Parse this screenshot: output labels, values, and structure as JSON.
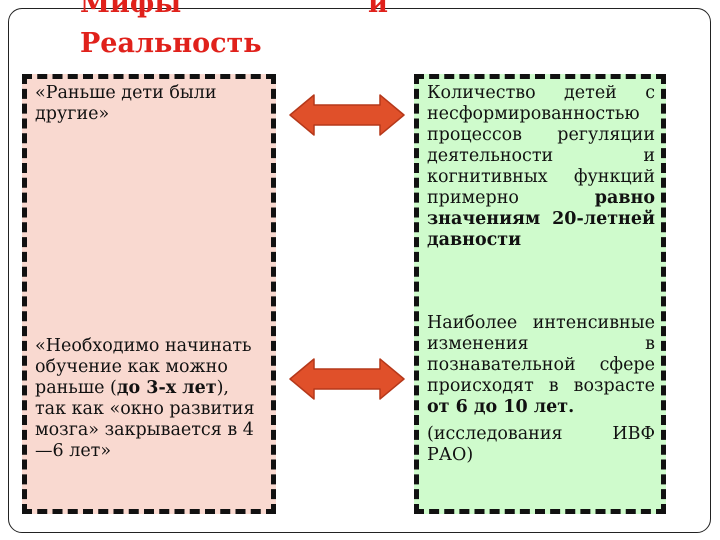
{
  "title": {
    "line1_left": "Мифы",
    "line1_and": "и",
    "line2": "Реальность"
  },
  "myths": [
    {
      "text": "«Раньше дети были другие»"
    },
    {
      "pre": "«Необходимо начинать обучение как можно раньше (",
      "bold1": "до 3-х лет",
      "mid": "), так как «окно развития мозга» закрывается в 4—6 лет»"
    }
  ],
  "reality": [
    {
      "pre": "Количество детей с несформированностью процессов регуляции деятельности и когнитивных функций примерно ",
      "bold": "равно значениям 20-летней давности"
    },
    {
      "pre": "Наиболее интенсивные изменения в познавательной сфере происходят в возрасте ",
      "bold": "от 6 до 10 лет.",
      "source": "(исследования ИВФ РАО)"
    }
  ],
  "colors": {
    "title": "#e0211b",
    "myth_bg": "#f9d9d0",
    "reality_bg": "#cffbcc",
    "arrow_fill": "#e0502a",
    "arrow_stroke": "#b5381a"
  }
}
